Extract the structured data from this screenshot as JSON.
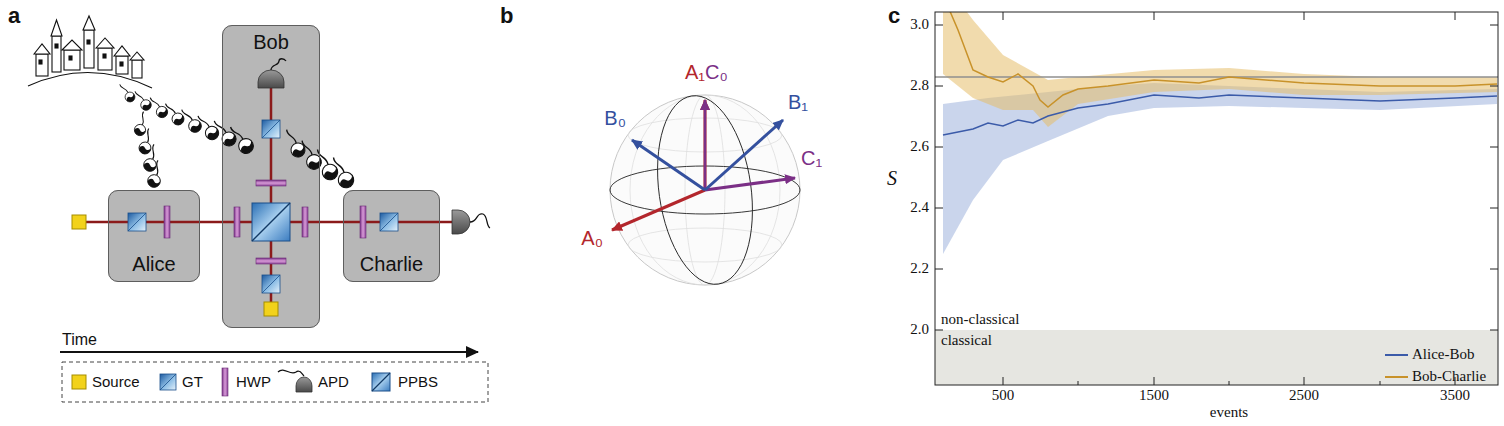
{
  "diagram": {
    "nodes": [
      {
        "text": [
          "Alice"
        ]
      },
      {
        "text": [
          "Bob"
        ]
      },
      {
        "text": [
          "Charlie"
        ]
      }
    ],
    "edges": [
      {
        "from": 0,
        "to": 1,
        "arrow": "none"
      },
      {
        "from": 1,
        "to": 2,
        "arrow": "none"
      }
    ],
    "labels": [
      "a",
      "Time",
      "b",
      "A₁",
      "C₀",
      "B₀",
      "B₁",
      "C₁",
      "A₀",
      "c",
      "3.0",
      "2.8",
      "2.6",
      "2.4",
      "2.2",
      "2.0",
      "S",
      "500",
      "1500",
      "2500",
      "3500",
      "events",
      "non-classical",
      "classical"
    ],
    "legend": [
      {
        "text": "Source"
      },
      {
        "text": "GT"
      },
      {
        "text": "HWP"
      },
      {
        "text": "APD"
      },
      {
        "text": "PPBS"
      },
      {
        "text": "Alice-Bob"
      },
      {
        "text": "Bob-Charlie"
      }
    ]
  }
}
